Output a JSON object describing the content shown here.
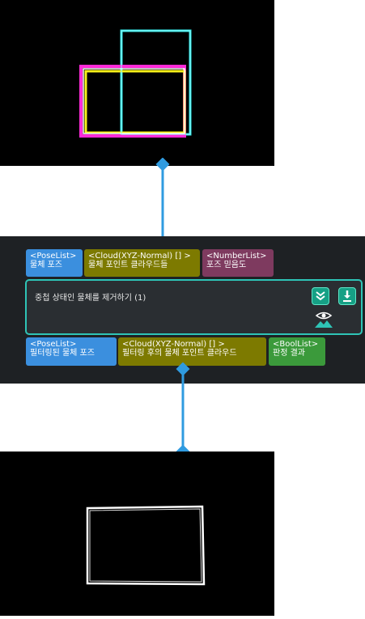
{
  "node": {
    "title": "중첩 상태인 물체를 제거하기 (1)",
    "inputs": [
      {
        "type": "<PoseList>",
        "label": "물체 포즈",
        "color": "#3b8fde"
      },
      {
        "type": "<Cloud(XYZ-Normal) [] >",
        "label": "물체 포인트 클라우드들",
        "color": "#7d7a00"
      },
      {
        "type": "<NumberList>",
        "label": "포즈 믿음도",
        "color": "#7e3a5f"
      }
    ],
    "outputs": [
      {
        "type": "<PoseList>",
        "label": "필터링된 물체 포즈",
        "color": "#3b8fde"
      },
      {
        "type": "<Cloud(XYZ-Normal) [] >",
        "label": "필터링 후의 물체 포인트 클라우드",
        "color": "#7d7a00"
      },
      {
        "type": "<BoolList>",
        "label": "판정 결과",
        "color": "#3b9a3b"
      }
    ],
    "buttons": {
      "collapse_icon": "chevrons-down-icon",
      "download_icon": "download-icon",
      "view_icon": "eye-icon"
    }
  },
  "colors": {
    "accent": "#2ec4b6",
    "connector": "#2f9be0",
    "panel": "#1e2124"
  }
}
